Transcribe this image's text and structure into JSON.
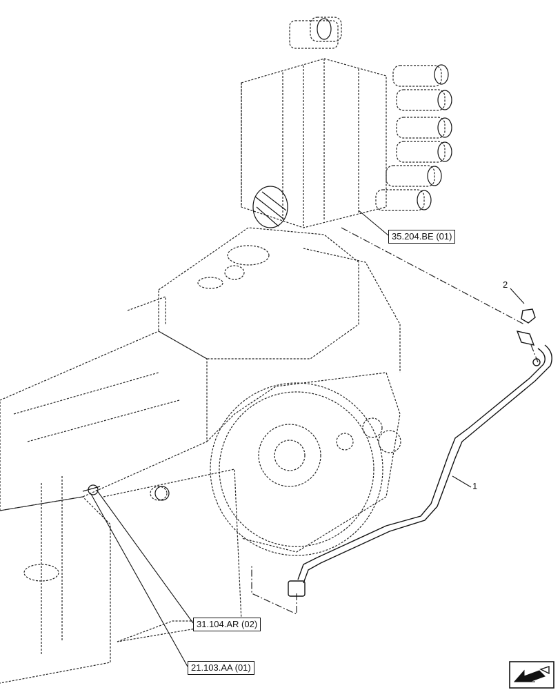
{
  "references": {
    "valve_block": "35.204.BE (01)",
    "pipe_fitting_a": "31.104.AR (02)",
    "pipe_fitting_b": "21.103.AA (01)"
  },
  "callouts": {
    "pipe": "1",
    "nut": "2"
  },
  "icons": {
    "navigation": "back-arrow-icon"
  },
  "colors": {
    "line": "#111111",
    "background": "#ffffff"
  }
}
